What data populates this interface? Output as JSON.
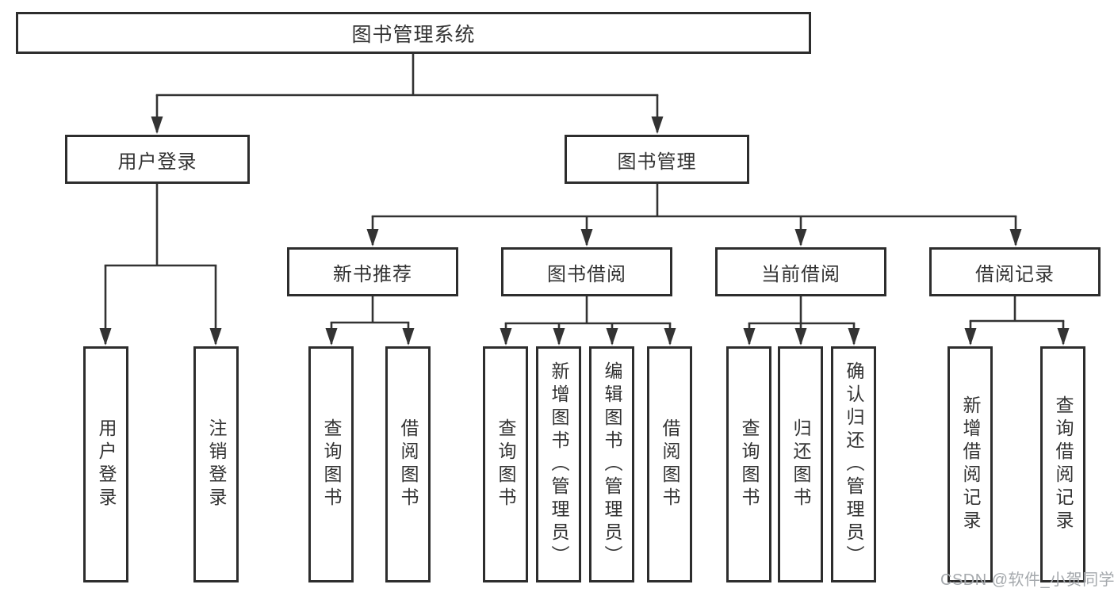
{
  "diagram": {
    "root": {
      "label": "图书管理系统"
    },
    "level2": [
      {
        "id": "user-login",
        "label": "用户登录"
      },
      {
        "id": "book-management",
        "label": "图书管理"
      }
    ],
    "level3": [
      {
        "id": "new-book-recommend",
        "label": "新书推荐",
        "parent": "图书管理"
      },
      {
        "id": "book-borrow",
        "label": "图书借阅",
        "parent": "图书管理"
      },
      {
        "id": "current-borrow",
        "label": "当前借阅",
        "parent": "图书管理"
      },
      {
        "id": "borrow-records",
        "label": "借阅记录",
        "parent": "图书管理"
      }
    ],
    "leaves": [
      {
        "label": "用户登录",
        "parent": "用户登录"
      },
      {
        "label": "注销登录",
        "parent": "用户登录"
      },
      {
        "label": "查询图书",
        "parent": "新书推荐"
      },
      {
        "label": "借阅图书",
        "parent": "新书推荐"
      },
      {
        "label": "查询图书",
        "parent": "图书借阅"
      },
      {
        "label": "新增图书（管理员）",
        "parent": "图书借阅"
      },
      {
        "label": "编辑图书（管理员）",
        "parent": "图书借阅"
      },
      {
        "label": "借阅图书",
        "parent": "图书借阅"
      },
      {
        "label": "查询图书",
        "parent": "当前借阅"
      },
      {
        "label": "归还图书",
        "parent": "当前借阅"
      },
      {
        "label": "确认归还（管理员）",
        "parent": "当前借阅"
      },
      {
        "label": "新增借阅记录",
        "parent": "借阅记录"
      },
      {
        "label": "查询借阅记录",
        "parent": "借阅记录"
      }
    ]
  },
  "watermark": {
    "text": "CSDN @软件_小贺同学"
  },
  "colors": {
    "line": "#333333",
    "box_border": "#2d2d2d",
    "text": "#333333",
    "background": "#ffffff",
    "watermark": "#a5a9ad"
  }
}
